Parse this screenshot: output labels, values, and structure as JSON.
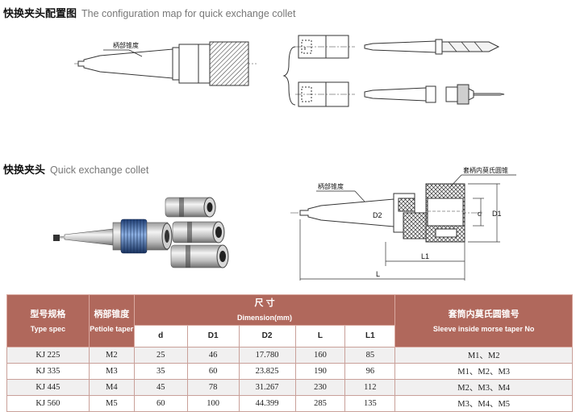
{
  "section1": {
    "title_cn": "快换夹头配置图",
    "title_en": "The configuration map for quick exchange collet"
  },
  "section2": {
    "title_cn": "快换夹头",
    "title_en": "Quick exchange collet"
  },
  "drawing_labels": {
    "shank_taper": "柄部锥度",
    "sleeve_taper": "套柄内莫氏圆锥",
    "d2": "D2",
    "d": "d",
    "d1": "D1",
    "l1": "L1",
    "l": "L"
  },
  "table": {
    "type_cn": "型号规格",
    "type_en": "Type spec",
    "taper_cn": "柄部锥度",
    "taper_en": "Petiole taper",
    "dim_cn": "尺    寸",
    "dim_en": "Dimension(mm)",
    "sleeve_cn": "套筒内莫氏圆锥号",
    "sleeve_en": "Sleeve inside morse taper No",
    "subheaders": [
      "d",
      "D1",
      "D2",
      "L",
      "L1"
    ],
    "rows": [
      [
        "KJ 225",
        "M2",
        "25",
        "46",
        "17.780",
        "160",
        "85",
        "M1、M2"
      ],
      [
        "KJ 335",
        "M3",
        "35",
        "60",
        "23.825",
        "190",
        "96",
        "M1、M2、M3"
      ],
      [
        "KJ 445",
        "M4",
        "45",
        "78",
        "31.267",
        "230",
        "112",
        "M2、M3、M4"
      ],
      [
        "KJ 560",
        "M5",
        "60",
        "100",
        "44.399",
        "285",
        "135",
        "M3、M4、M5"
      ]
    ]
  }
}
